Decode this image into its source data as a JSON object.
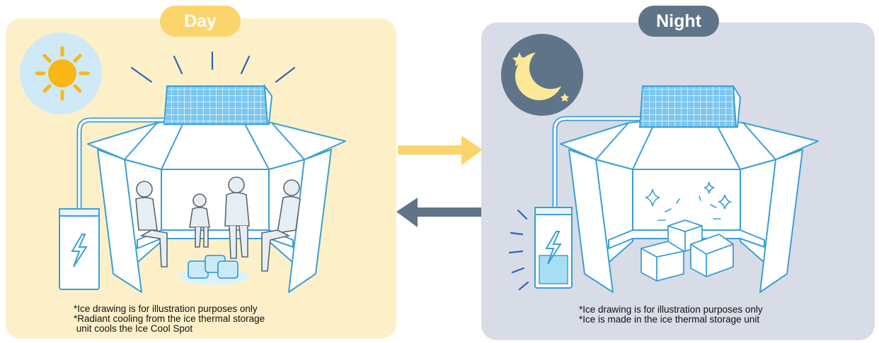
{
  "colors": {
    "day_panel_bg": "#fdf0c8",
    "night_panel_bg": "#d8dce6",
    "day_title_bg": "#fbd56c",
    "night_title_bg": "#5f7488",
    "sun_bg": "#cfe9f6",
    "sun": "#f8b714",
    "moon_bg": "#5f7488",
    "moon": "#fde89a",
    "line_blue": "#3aa0d6",
    "solar_panel": "#5bb5e6",
    "ice_fill": "#cbeaf7",
    "arrow_to_night": "#fbd56c",
    "arrow_to_day": "#5f7488"
  },
  "day": {
    "title": "Day",
    "notes": [
      "*Ice drawing is for illustration purposes only",
      "*Radiant cooling from the ice thermal storage",
      " unit cools the Ice Cool Spot"
    ]
  },
  "night": {
    "title": "Night",
    "notes": [
      "*Ice drawing is for illustration purposes only",
      "*Ice is made in the ice thermal storage unit"
    ]
  },
  "icons": {
    "sun": "sun-icon",
    "moon": "moon-icon",
    "solar_panel": "solar-panel-icon",
    "battery": "battery-icon",
    "ice": "ice-block-icon",
    "arrow_right": "arrow-right-icon",
    "arrow_left": "arrow-left-icon"
  }
}
